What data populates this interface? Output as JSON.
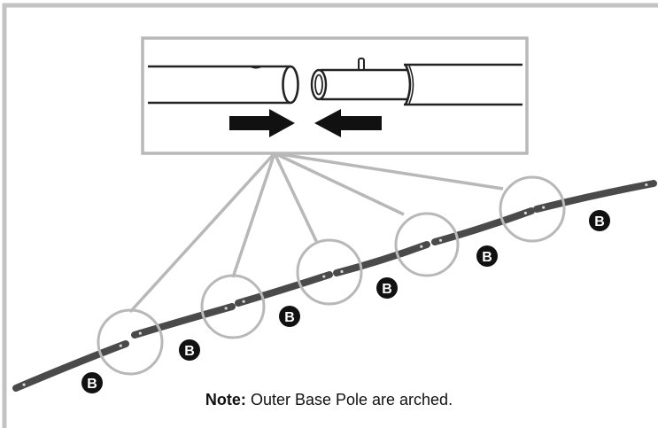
{
  "note": {
    "label": "Note:",
    "text": "Outer Base Pole are arched."
  },
  "part_label": "B",
  "colors": {
    "frame": "#c3c3c3",
    "callout": "#b8b8b8",
    "pole": "#4a4a4a",
    "arrow": "#111111",
    "badge": "#111111"
  },
  "icons": {
    "insert_arrows": "arrow-right-and-arrow-left",
    "badge": "circle-letter-b"
  }
}
